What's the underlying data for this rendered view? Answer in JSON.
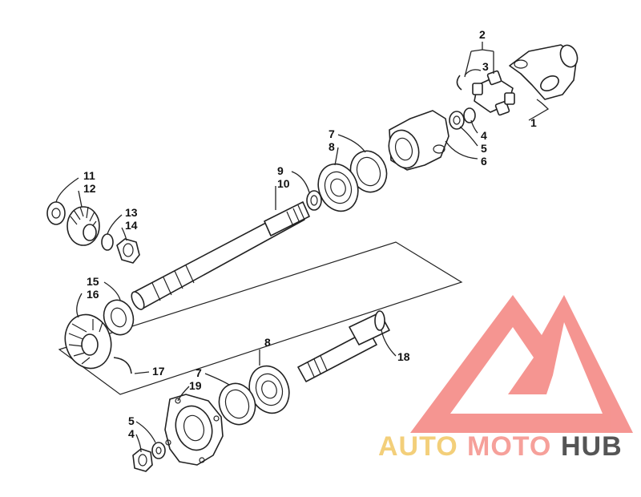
{
  "diagram": {
    "callouts": [
      {
        "id": "c1",
        "text": "1"
      },
      {
        "id": "c2",
        "text": "2"
      },
      {
        "id": "c3",
        "text": "3"
      },
      {
        "id": "c4a",
        "text": "4"
      },
      {
        "id": "c5a",
        "text": "5"
      },
      {
        "id": "c6",
        "text": "6"
      },
      {
        "id": "c7a",
        "text": "7"
      },
      {
        "id": "c8a",
        "text": "8"
      },
      {
        "id": "c9",
        "text": "9"
      },
      {
        "id": "c10",
        "text": "10"
      },
      {
        "id": "c11",
        "text": "11"
      },
      {
        "id": "c12",
        "text": "12"
      },
      {
        "id": "c13",
        "text": "13"
      },
      {
        "id": "c14",
        "text": "14"
      },
      {
        "id": "c15",
        "text": "15"
      },
      {
        "id": "c16",
        "text": "16"
      },
      {
        "id": "c17",
        "text": "17"
      },
      {
        "id": "c8b",
        "text": "8"
      },
      {
        "id": "c18",
        "text": "18"
      },
      {
        "id": "c7b",
        "text": "7"
      },
      {
        "id": "c19",
        "text": "19"
      },
      {
        "id": "c5b",
        "text": "5"
      },
      {
        "id": "c4b",
        "text": "4"
      }
    ]
  },
  "watermark": {
    "text_auto": "AUTO",
    "text_moto": "MOTO",
    "text_hub": "HUB",
    "colors": {
      "auto": "#f3cf7a",
      "moto": "#f6a09a",
      "hub": "#555555",
      "logo": "#f48a86"
    }
  }
}
